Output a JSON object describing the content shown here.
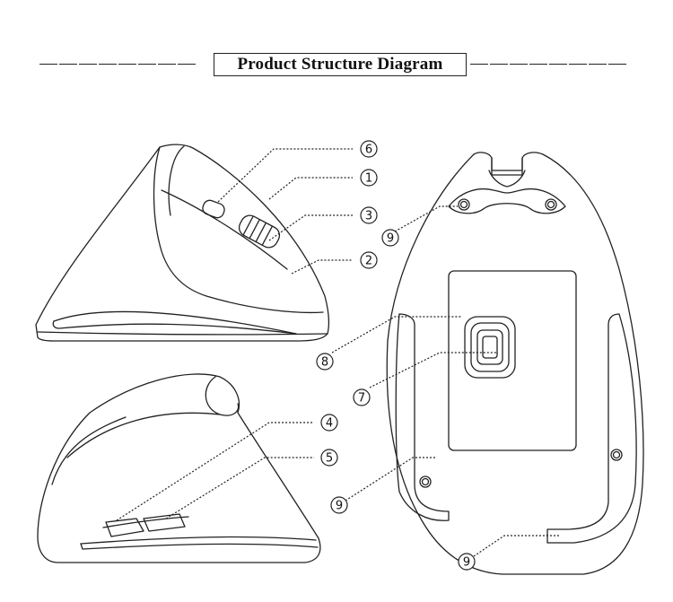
{
  "title": "Product Structure Diagram",
  "callouts": {
    "c1": "1",
    "c2": "2",
    "c3": "3",
    "c4": "4",
    "c5": "5",
    "c6": "6",
    "c7": "7",
    "c8": "8",
    "c9a": "9",
    "c9b": "9",
    "c9c": "9"
  }
}
